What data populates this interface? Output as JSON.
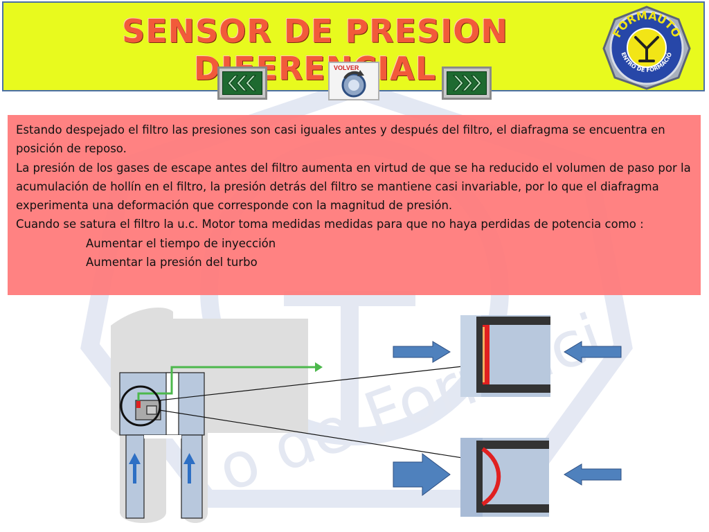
{
  "header": {
    "title": "SENSOR DE PRESION DIFERENCIAL",
    "prev_icon": "triple-chevron-left-icon",
    "next_icon": "triple-chevron-right-icon",
    "volver_label": "VOLVER",
    "volver_icon": "return-arrow-icon"
  },
  "logo": {
    "top_text": "FORMAUTO",
    "bottom_text": "CENTRO DE FORMACIÓN"
  },
  "body_text": {
    "p1": "Estando despejado el filtro las presiones son casi iguales antes y después del filtro, el diafragma se encuentra en posición de reposo.",
    "p2": "La presión de los gases de escape antes del filtro aumenta en virtud de que se ha reducido el volumen de paso por la acumulación de hollín en el filtro, la presión detrás del filtro se mantiene casi invariable, por lo que el diafragma experimenta una deformación que corresponde con la magnitud de presión.",
    "p3": "Cuando se satura el filtro la u.c. Motor toma medidas medidas para que no haya perdidas de potencia como :",
    "item1": "Aumentar el tiempo de inyección",
    "item2": "Aumentar la presión del turbo"
  },
  "colors": {
    "header_bg": "#e8fa1e",
    "title": "#f25a3a",
    "text_box": "#ff7878",
    "arrow_blue": "#4f81bd",
    "diaphragm_red": "#e02020",
    "signal_green": "#4cb84c"
  }
}
